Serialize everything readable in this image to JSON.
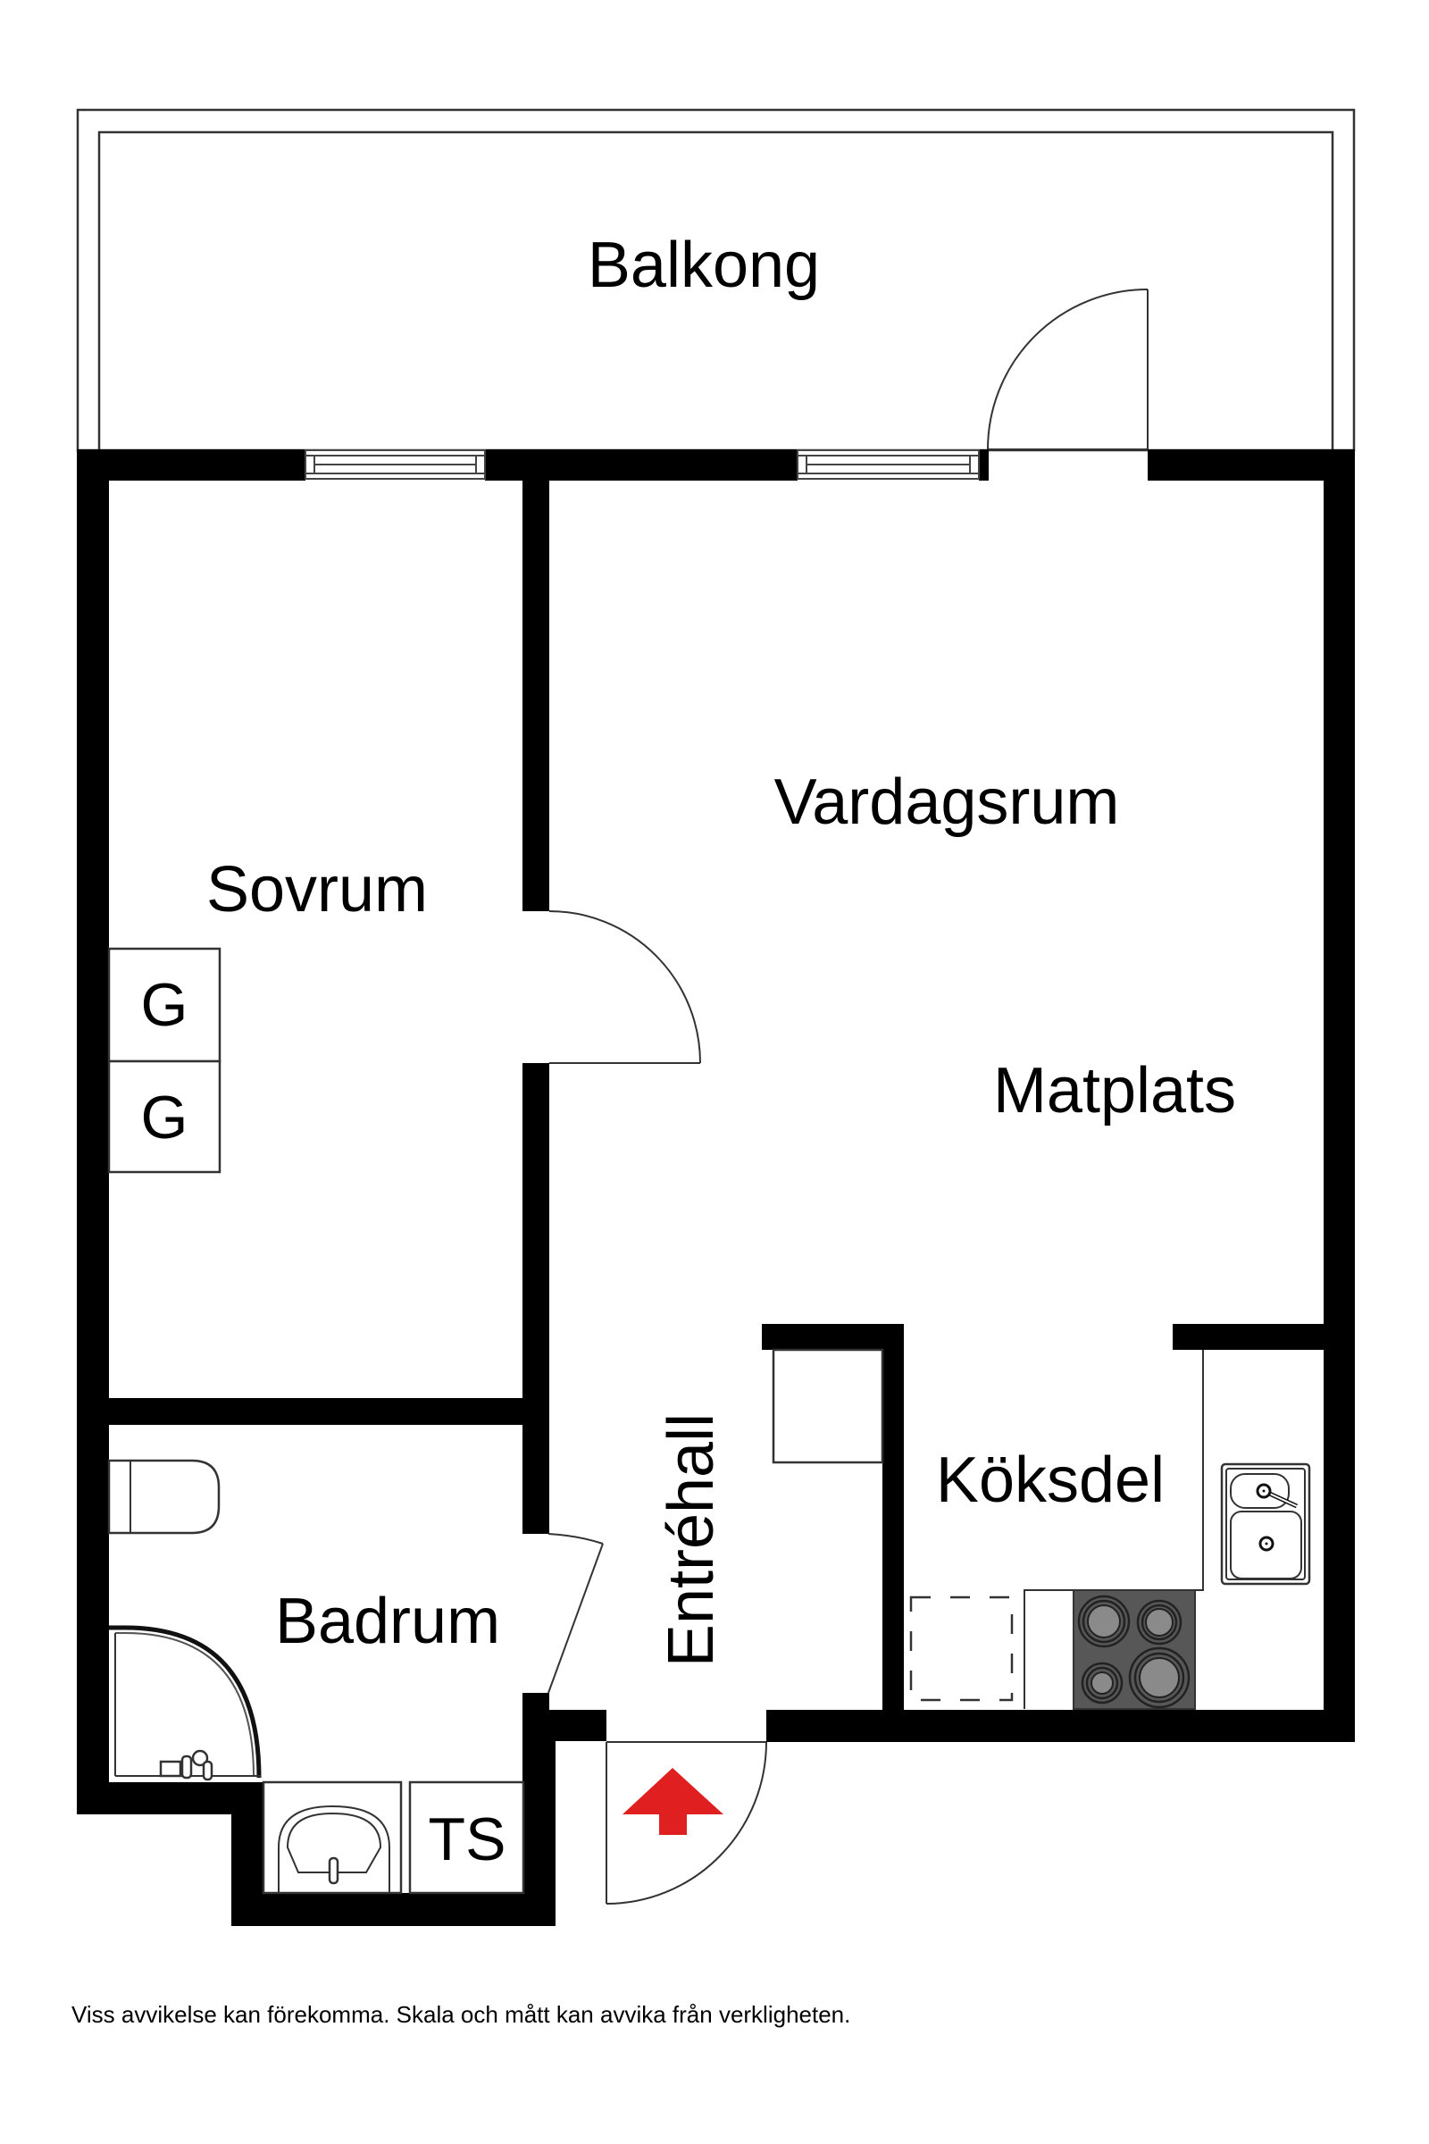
{
  "plan": {
    "rooms": [
      {
        "id": "balkong",
        "label": "Balkong"
      },
      {
        "id": "vardagsrum",
        "label": "Vardagsrum"
      },
      {
        "id": "matplats",
        "label": "Matplats"
      },
      {
        "id": "sovrum",
        "label": "Sovrum"
      },
      {
        "id": "badrum",
        "label": "Badrum"
      },
      {
        "id": "entrehall",
        "label": "Entréhall"
      },
      {
        "id": "koksdel",
        "label": "Köksdel"
      }
    ],
    "fixtures": {
      "wardrobe_1": "G",
      "wardrobe_2": "G",
      "washer_dryer": "TS"
    },
    "entrance_marker": {
      "icon": "entrance-arrow-icon",
      "color": "#e02020"
    },
    "colors": {
      "wall": "#000000",
      "line": "#333333",
      "stove": "#575757",
      "burner": "#8a8a8a",
      "background": "#ffffff"
    }
  },
  "footer": {
    "disclaimer": "Viss avvikelse kan förekomma. Skala och mått kan avvika från verkligheten."
  }
}
